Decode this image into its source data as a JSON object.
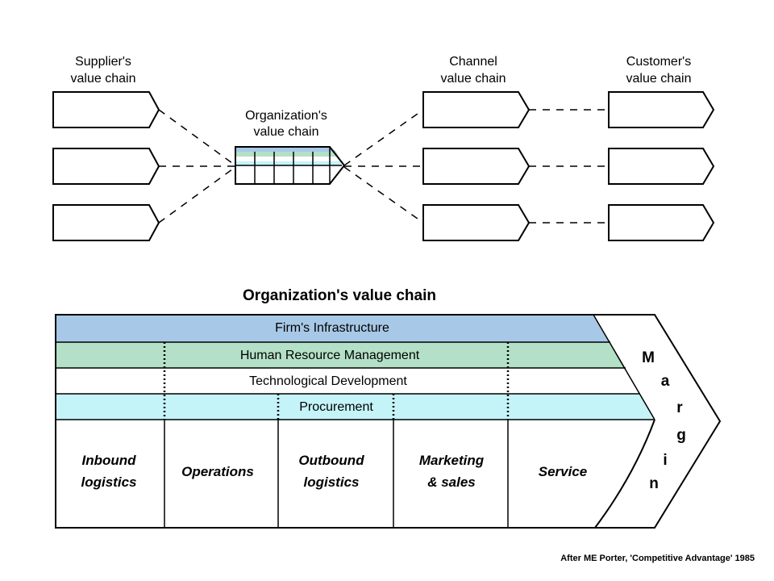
{
  "top": {
    "supplier_label_line1": "Supplier's",
    "supplier_label_line2": "value chain",
    "organization_label_line1": "Organization's",
    "organization_label_line2": "value chain",
    "channel_label_line1": "Channel",
    "channel_label_line2": "value chain",
    "customer_label_line1": "Customer's",
    "customer_label_line2": "value chain"
  },
  "main": {
    "title": "Organization's value chain",
    "support_activities": {
      "firm_infrastructure": "Firm's Infrastructure",
      "hrm": "Human Resource Management",
      "technology": "Technological Development",
      "procurement": "Procurement"
    },
    "primary_activities": {
      "inbound_line1": "Inbound",
      "inbound_line2": "logistics",
      "operations": "Operations",
      "outbound_line1": "Outbound",
      "outbound_line2": "logistics",
      "marketing_line1": "Marketing",
      "marketing_line2": "& sales",
      "service": "Service"
    },
    "margin_letters": [
      "M",
      "a",
      "r",
      "g",
      "i",
      "n"
    ]
  },
  "credit": "After ME Porter, 'Competitive Advantage' 1985",
  "colors": {
    "firm_infrastructure": "#a7c8e6",
    "hrm": "#b3e0c6",
    "technology": "#ffffff",
    "procurement": "#c4f3f8"
  }
}
